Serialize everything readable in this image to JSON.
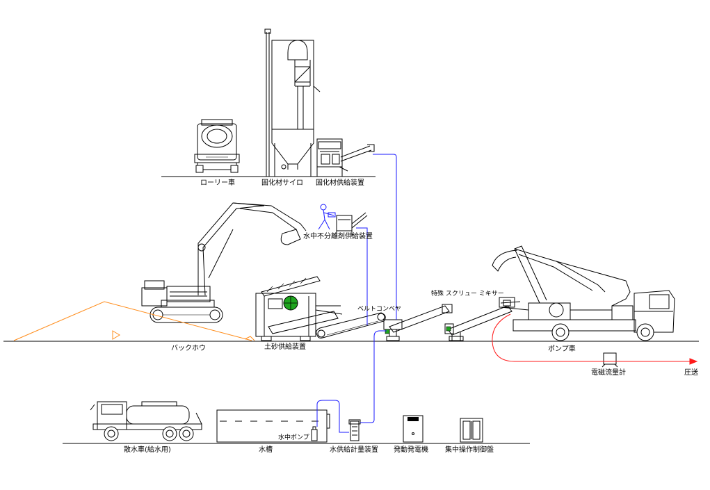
{
  "labels": {
    "lorry_truck": "ローリー車",
    "silo": "固化材サイロ",
    "solidifier_feeder": "固化材供給装置",
    "additive_feeder": "水中不分離剤供給装置",
    "backhoe": "バックホウ",
    "soil_feeder": "土砂供給装置",
    "belt_conveyor": "ベルトコンベヤ",
    "screw_mixer": "特殊 スクリュー ミキサー",
    "pump_truck": "ポンプ車",
    "flow_meter": "電磁流量計",
    "pressure_feed": "圧送",
    "sprinkler_truck": "散水車(給水用)",
    "water_tank": "水槽",
    "submersible_pump": "水中ポンプ",
    "water_metering": "水供給計量装置",
    "generator": "発動発電機",
    "control_panel": "集中操作制御盤"
  },
  "colors": {
    "line": "#000000",
    "water_line": "#1a1aff",
    "pressure_line": "#ff1a1a",
    "soil_pile": "#ff8c1a",
    "green": "#1fa51f",
    "worker": "#1a1aff"
  }
}
